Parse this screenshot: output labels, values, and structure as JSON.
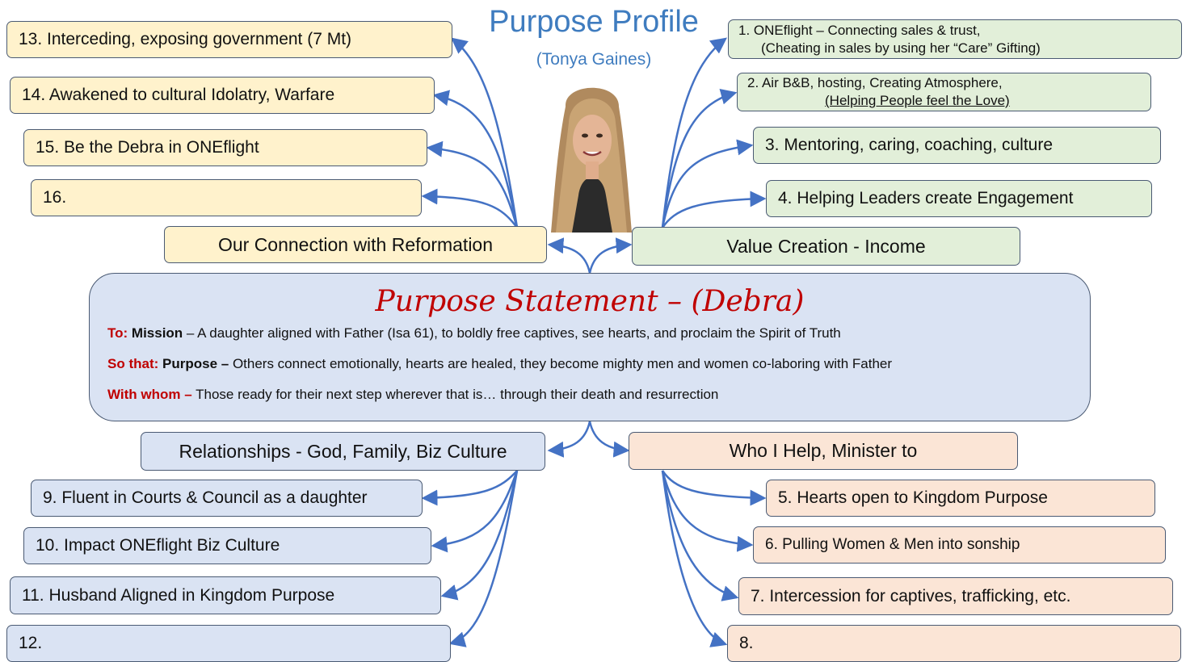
{
  "header": {
    "title": "Purpose Profile",
    "subtitle": "(Tonya Gaines)"
  },
  "photo": {
    "icon": "portrait-photo-icon"
  },
  "reformation": {
    "label": "Our Connection with Reformation",
    "items": [
      "13. Interceding, exposing government  (7 Mt)",
      "14. Awakened to cultural Idolatry, Warfare",
      "15. Be the Debra in ONEflight",
      "16."
    ]
  },
  "value": {
    "label": "Value Creation - Income",
    "item1": {
      "line1": "1. ONEflight – Connecting sales & trust,",
      "line2": "(Cheating in sales by using her “Care” Gifting)"
    },
    "item2": {
      "line1": "2. Air B&B, hosting, Creating Atmosphere,",
      "line2": "(Helping People feel the Love)"
    },
    "item3": "3. Mentoring, caring, coaching, culture",
    "item4": "4. Helping Leaders create Engagement"
  },
  "statement": {
    "title": "Purpose Statement – (Debra)",
    "to_label": "To:",
    "mission_label": "Mission",
    "mission_text": " – A daughter aligned with Father (Isa 61), to boldly free captives, see hearts, and proclaim the Spirit of Truth",
    "so_label": "So that:",
    "purpose_label": "Purpose –",
    "purpose_text": " Others connect emotionally, hearts are healed, they become mighty men and women co-laboring  with Father",
    "whom_label": "With whom –",
    "whom_text": " Those ready for their next step wherever that is… through their death and resurrection"
  },
  "relationships": {
    "label": "Relationships - God, Family, Biz Culture",
    "items": [
      "9. Fluent in Courts & Council as a daughter",
      "10. Impact ONEflight Biz Culture",
      "11. Husband Aligned in Kingdom Purpose",
      "12."
    ]
  },
  "help": {
    "label": "Who I Help, Minister to",
    "items": [
      "5. Hearts open to Kingdom Purpose",
      "6. Pulling Women & Men into sonship",
      "7. Intercession for captives, trafficking, etc.",
      "8."
    ]
  },
  "colors": {
    "accent_blue": "#3f7cbf",
    "statement_red": "#c00000",
    "connector": "#4472c4"
  }
}
